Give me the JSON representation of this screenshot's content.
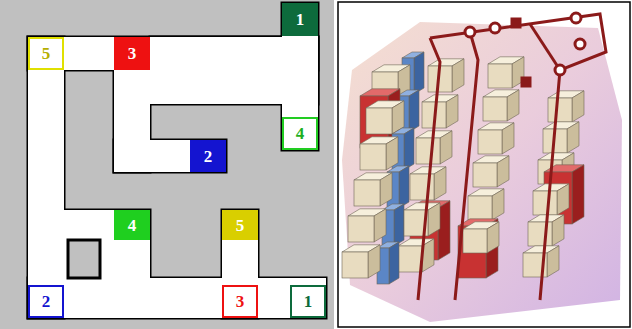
{
  "diagram": {
    "nodes": [
      {
        "text": [
          "1"
        ]
      },
      {
        "text": [
          "5"
        ]
      },
      {
        "text": [
          "3"
        ]
      },
      {
        "text": [
          "4"
        ]
      },
      {
        "text": [
          "2"
        ]
      },
      {
        "text": [
          "4"
        ]
      },
      {
        "text": [
          "5"
        ]
      },
      {
        "text": [
          "2"
        ]
      },
      {
        "text": [
          "3"
        ]
      },
      {
        "text": [
          "1"
        ]
      }
    ]
  }
}
